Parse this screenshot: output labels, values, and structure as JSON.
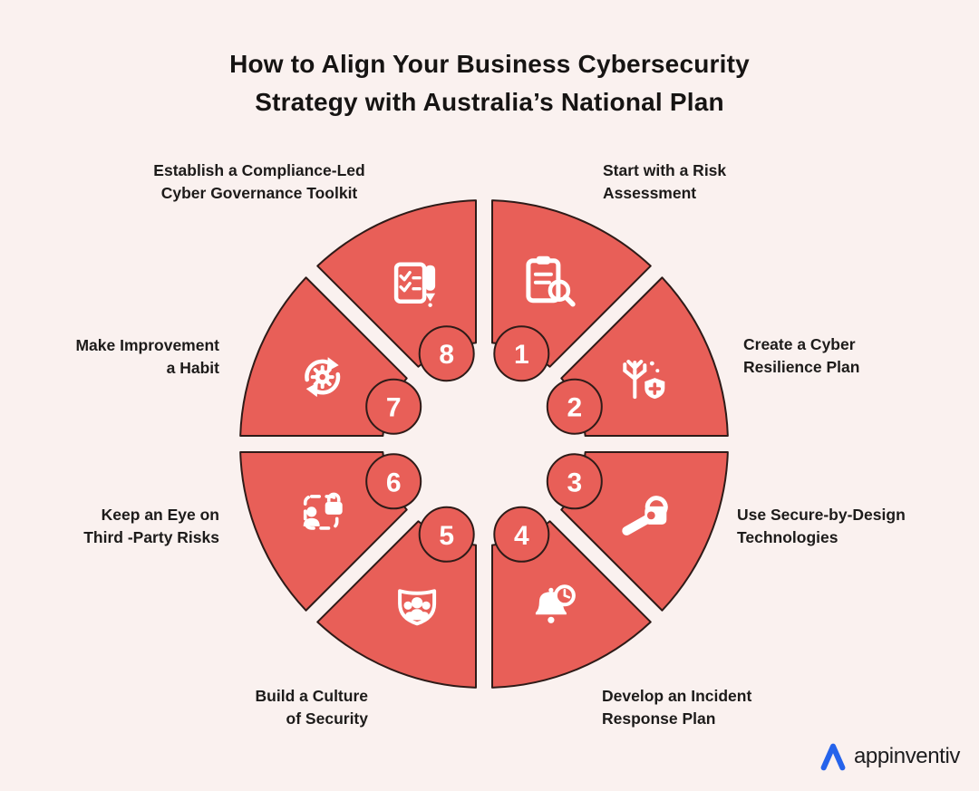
{
  "title": {
    "line1": "How to Align Your Business Cybersecurity",
    "line2": "Strategy with Australia’s National Plan"
  },
  "colors": {
    "background": "#FAF1EF",
    "segment_red": "#E85F58",
    "outline_dark": "#2E1B18",
    "icon_white": "#FFFFFF",
    "label_text": "#1D1B1A",
    "number_text": "#FFFFFF",
    "logo_blue": "#2563EB",
    "logo_text_color": "#1D1D1F"
  },
  "segments": [
    {
      "number": "1",
      "icon": "clipboard-search-icon",
      "label_lines": [
        "Start with a Risk",
        "Assessment"
      ]
    },
    {
      "number": "2",
      "icon": "tree-shield-icon",
      "label_lines": [
        "Create a Cyber",
        "Resilience Plan"
      ]
    },
    {
      "number": "3",
      "icon": "lock-wrench-icon",
      "label_lines": [
        "Use Secure-by-Design",
        "Technologies"
      ]
    },
    {
      "number": "4",
      "icon": "bell-clock-icon",
      "label_lines": [
        "Develop an Incident",
        "Response Plan"
      ]
    },
    {
      "number": "5",
      "icon": "shield-people-icon",
      "label_lines": [
        "Build a Culture",
        "of Security"
      ]
    },
    {
      "number": "6",
      "icon": "person-frame-lock-icon",
      "label_lines": [
        "Keep an Eye on",
        "Third -Party Risks"
      ]
    },
    {
      "number": "7",
      "icon": "refresh-gear-icon",
      "label_lines": [
        "Make Improvement",
        "a Habit"
      ]
    },
    {
      "number": "8",
      "icon": "checklist-pen-icon",
      "label_lines": [
        "Establish a Compliance-Led",
        "Cyber Governance Toolkit"
      ]
    }
  ],
  "footer": {
    "logo_text": "appinventiv"
  }
}
